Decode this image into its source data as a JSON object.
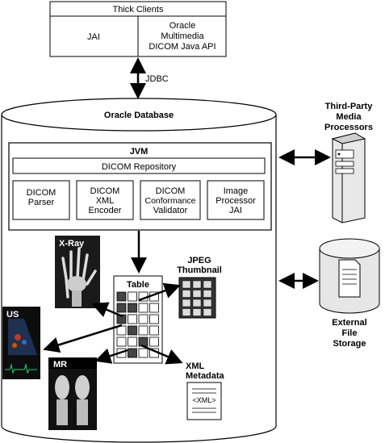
{
  "thick_clients": {
    "title": "Thick Clients",
    "jai": "JAI",
    "oracle_api": [
      "Oracle",
      "Multimedia",
      "DICOM Java API"
    ]
  },
  "jdbc_label": "JDBC",
  "database": {
    "title": "Oracle Database",
    "jvm": {
      "title": "JVM",
      "repository": "DICOM Repository",
      "components": [
        {
          "lines": [
            "DICOM",
            "Parser"
          ]
        },
        {
          "lines": [
            "DICOM",
            "XML",
            "Encoder"
          ]
        },
        {
          "lines": [
            "DICOM",
            "Conformance",
            "Validator"
          ]
        },
        {
          "lines": [
            "Image",
            "Processor",
            "JAI"
          ]
        }
      ]
    },
    "table_label": "Table",
    "images": {
      "xray": "X-Ray",
      "us": "US",
      "mr": "MR"
    },
    "jpeg_thumbnail": [
      "JPEG",
      "Thumbnail"
    ],
    "xml_metadata": {
      "lines": [
        "XML",
        "Metadata"
      ],
      "doc_text": "<XML>"
    }
  },
  "third_party": [
    "Third-Party",
    "Media",
    "Processors"
  ],
  "external_storage": [
    "External",
    "File",
    "Storage"
  ]
}
